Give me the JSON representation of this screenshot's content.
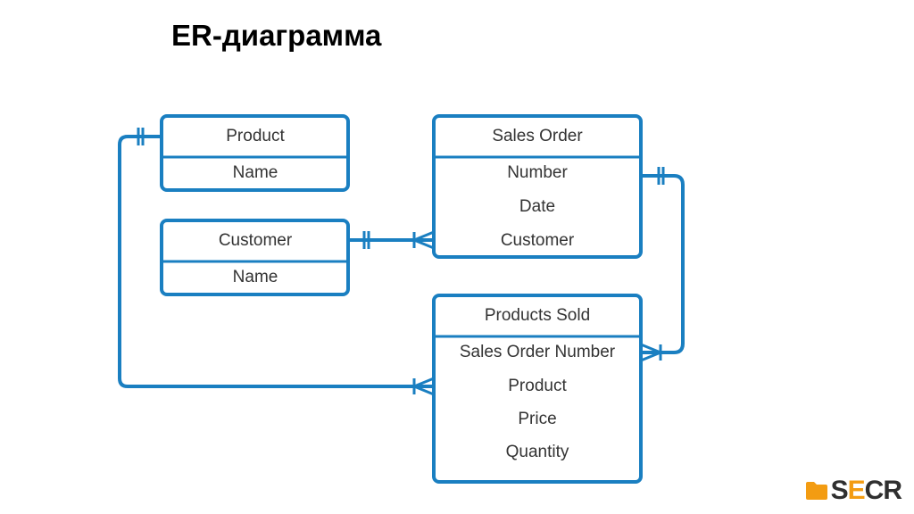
{
  "title": "ER-диаграмма",
  "colors": {
    "accent": "#1a7fc1",
    "logo_accent": "#f39c12"
  },
  "entities": {
    "product": {
      "title": "Product",
      "fields": [
        "Name"
      ]
    },
    "customer": {
      "title": "Customer",
      "fields": [
        "Name"
      ]
    },
    "sales_order": {
      "title": "Sales Order",
      "fields": [
        "Number",
        "Date",
        "Customer"
      ]
    },
    "products_sold": {
      "title": "Products Sold",
      "fields": [
        "Sales Order Number",
        "Product",
        "Price",
        "Quantity"
      ]
    }
  },
  "relationships": [
    {
      "from": "product",
      "to": "products_sold",
      "from_end": "one",
      "to_end": "many"
    },
    {
      "from": "customer",
      "to": "sales_order",
      "from_end": "one",
      "to_end": "many"
    },
    {
      "from": "sales_order",
      "to": "products_sold",
      "from_end": "one",
      "to_end": "many"
    }
  ],
  "logo": {
    "icon": "folder-icon",
    "text_pre": "S",
    "text_hl": "E",
    "text_post": "CR"
  }
}
